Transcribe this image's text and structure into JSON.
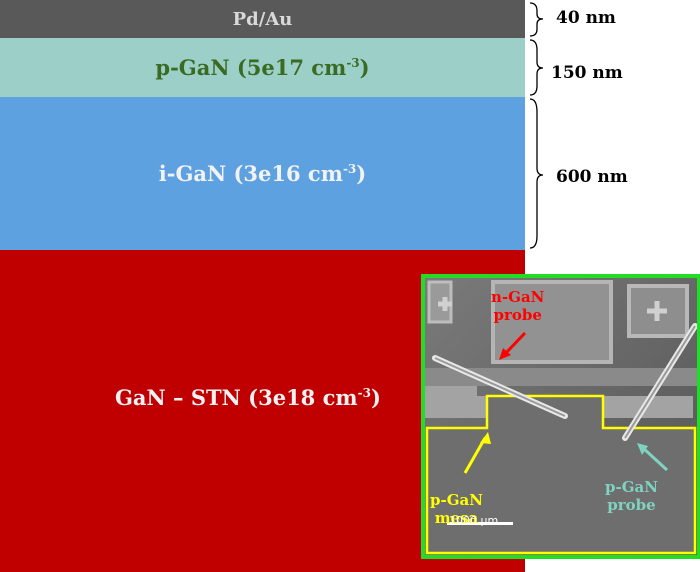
{
  "layers": {
    "pdau": {
      "label": "Pd/Au",
      "thickness": "40 nm"
    },
    "pgan": {
      "label": "p-GaN (5e17 cm",
      "exp": "-3",
      "close": ")",
      "thickness": "150 nm"
    },
    "igan": {
      "label": "i-GaN (3e16 cm",
      "exp": "-3",
      "close": ")",
      "thickness": "600 nm"
    },
    "stn": {
      "label": "GaN – STN (3e18 cm",
      "exp": "-3",
      "close": ")"
    }
  },
  "inset": {
    "n_probe_line1": "n-GaN",
    "n_probe_line2": "probe",
    "p_mesa_line1": "p-GaN",
    "p_mesa_line2": "mesa",
    "p_probe_line1": "p-GaN",
    "p_probe_line2": "probe",
    "scale_bar": "1000 μm"
  },
  "colors": {
    "pdau": "#595959",
    "pgan": "#9ccfc7",
    "igan": "#5ea1e0",
    "stn": "#c00000",
    "inset_border": "#22dd22",
    "n_probe_label": "#ff0000",
    "p_mesa_label": "#ffff00",
    "p_probe_label": "#7fd3c0"
  }
}
